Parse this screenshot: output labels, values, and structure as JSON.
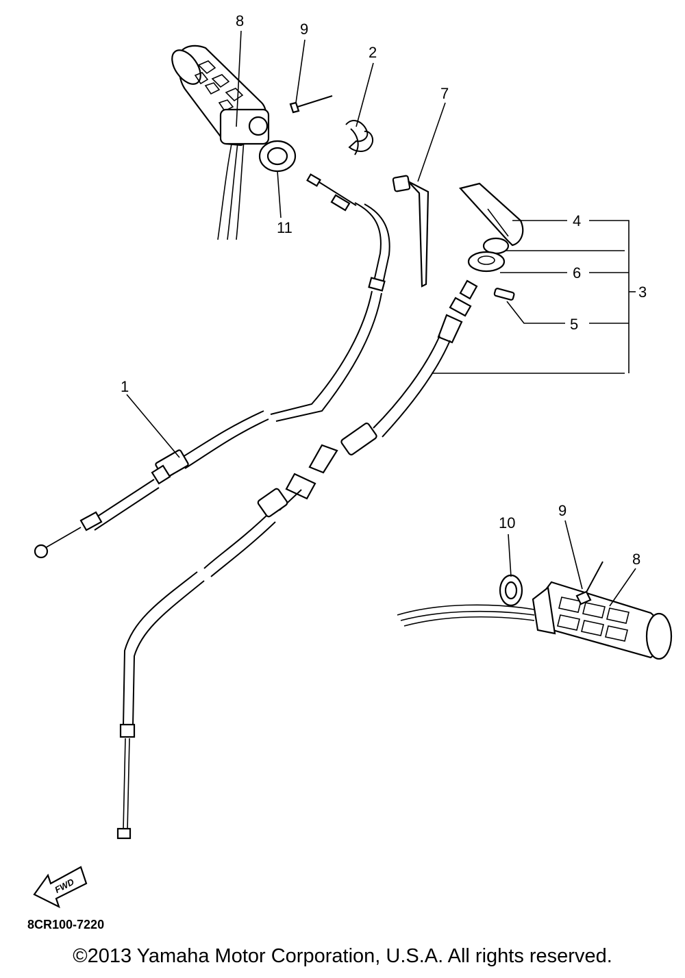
{
  "diagram": {
    "callouts": {
      "c1": "1",
      "c2": "2",
      "c3": "3",
      "c4": "4",
      "c5": "5",
      "c6": "6",
      "c7": "7",
      "c8a": "8",
      "c8b": "8",
      "c9a": "9",
      "c9b": "9",
      "c10": "10",
      "c11": "11"
    },
    "fwd_label": "FWD",
    "diagram_code": "8CR100-7220"
  },
  "footer": {
    "copyright": "©2013 Yamaha Motor Corporation, U.S.A. All rights reserved."
  }
}
